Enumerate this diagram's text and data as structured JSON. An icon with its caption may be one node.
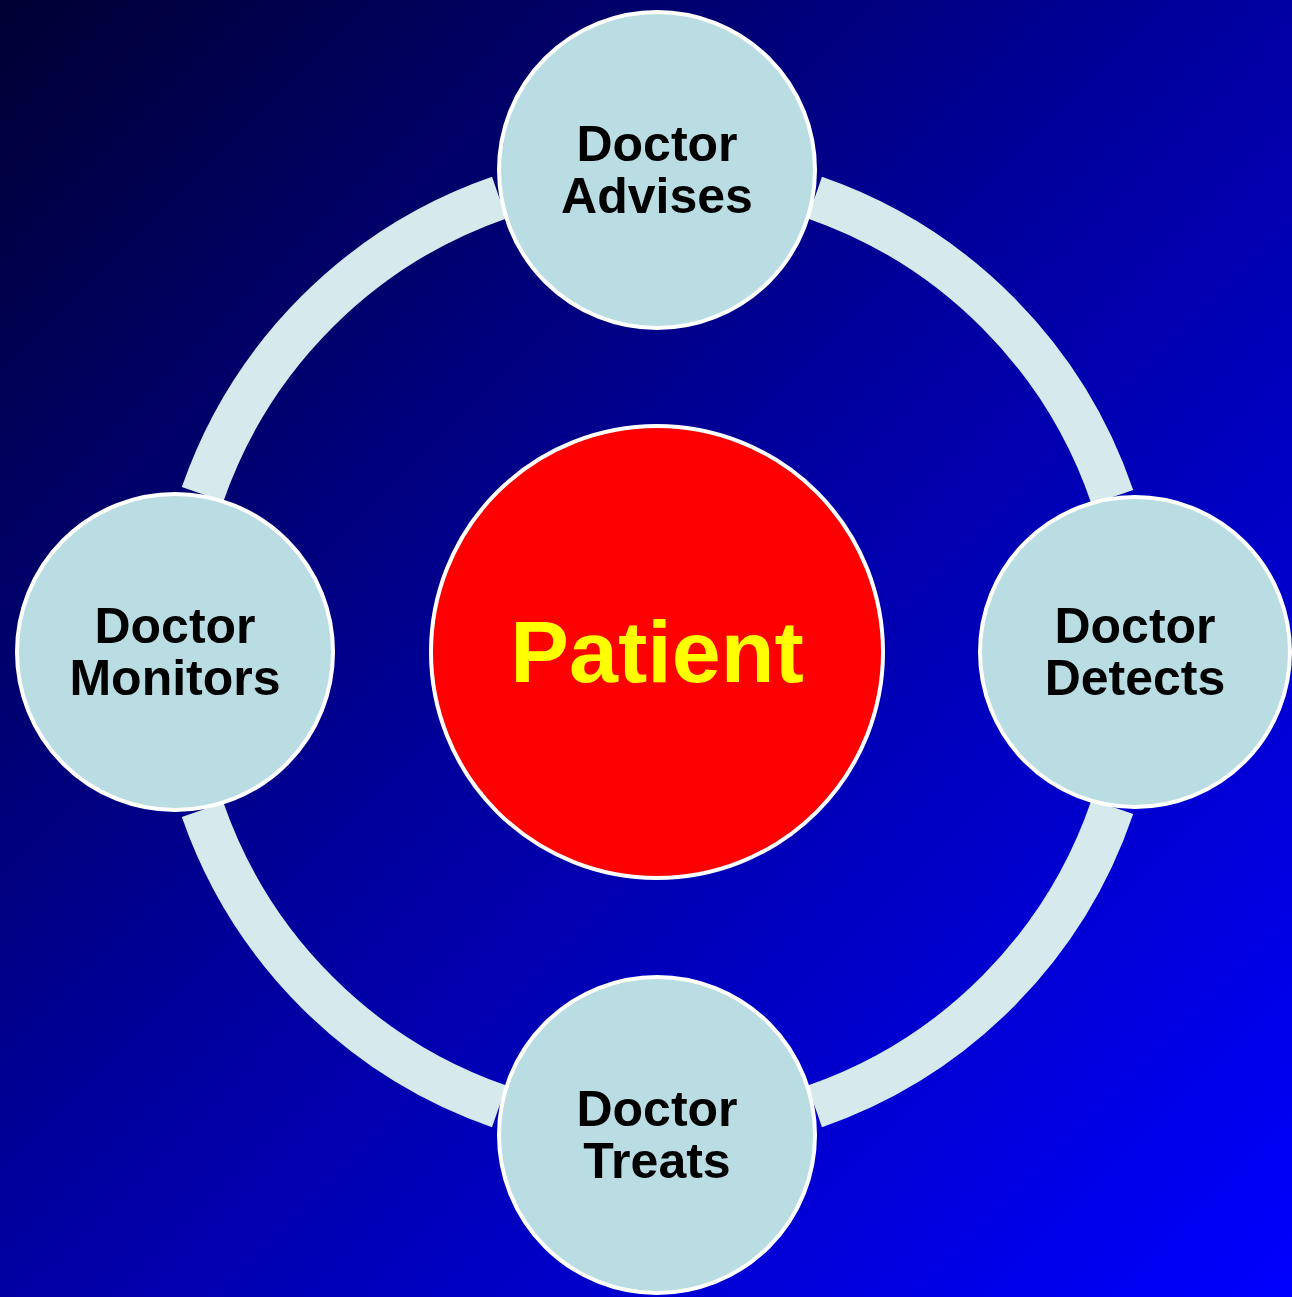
{
  "diagram": {
    "nodes": [
      {
        "text": [
          "Doctor Advises"
        ]
      },
      {
        "text": [
          "Doctor Detects"
        ]
      },
      {
        "text": [
          "Doctor Treats"
        ]
      },
      {
        "text": [
          "Doctor Monitors"
        ]
      },
      {
        "text": [
          "Patient"
        ]
      }
    ],
    "edges": [
      {
        "from": 0,
        "to": 1,
        "arrow": "none"
      },
      {
        "from": 1,
        "to": 2,
        "arrow": "none"
      },
      {
        "from": 2,
        "to": 3,
        "arrow": "none"
      },
      {
        "from": 3,
        "to": 0,
        "arrow": "none"
      }
    ]
  }
}
